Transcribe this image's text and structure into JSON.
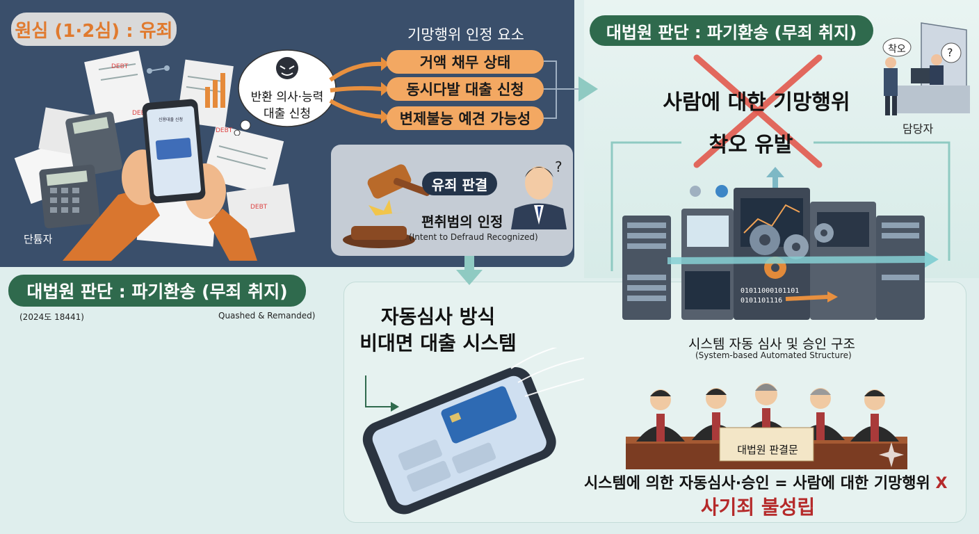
{
  "top_left": {
    "title": "원심 (1·2심) : 유죄",
    "thought_bubble": [
      "반환 의사·능력",
      "대출 신청"
    ],
    "debtor_label": "단튬자",
    "phone_screen_text": "신용대출 신청",
    "paper_labels": [
      "DEBT",
      "DEBT",
      "DEBT",
      "DEBT"
    ]
  },
  "elements": {
    "heading": "기망행위 인정 요소",
    "items": [
      "거액 채무 상태",
      "동시다발 대출 신청",
      "변제불능 예견 가능성"
    ]
  },
  "verdict": {
    "label": "유죄 판결",
    "text": "편취범의 인정",
    "english": "(Intent to Defraud Recognized)"
  },
  "supreme_top": {
    "title": "대법원 판단 : 파기환송 (무죄 취지)",
    "crossed_line1": "사람에 대한 기망행위",
    "crossed_line2": "착오 유발",
    "bubble": "착오",
    "question": "?",
    "officer_label": "담당자"
  },
  "supreme_left": {
    "title": "대법원 판단 : 파기환송 (무죄 취지)",
    "case_no": "(2024도 18441)",
    "english": "Quashed & Remanded)"
  },
  "system": {
    "phone_title_1": "자동심사 방식",
    "phone_title_2": "비대면 대출 시스템",
    "label": "시스템 자동 심사 및 승인 구조",
    "english": "(System-based Automated Structure)",
    "binary_1": "01011000101101",
    "binary_2": "0101101116"
  },
  "court": {
    "document": "대법원 판결문",
    "conclusion": "시스템에 의한 자동심사·승인 = 사람에 대한 기망행위",
    "x_mark": "X",
    "result": "사기죄 불성립"
  },
  "colors": {
    "navy": "#3a4f6b",
    "green": "#2f6a4d",
    "orange": "#f3a862",
    "red_x": "#e25a4e",
    "verdict_red": "#b52a2a"
  },
  "icons": [
    "gavel-icon",
    "judge-icon",
    "phone-icon",
    "calculator-icon",
    "server-icon",
    "gear-icon",
    "clerk-icon",
    "arrow-icon",
    "x-cross-icon",
    "sparkle-icon"
  ]
}
